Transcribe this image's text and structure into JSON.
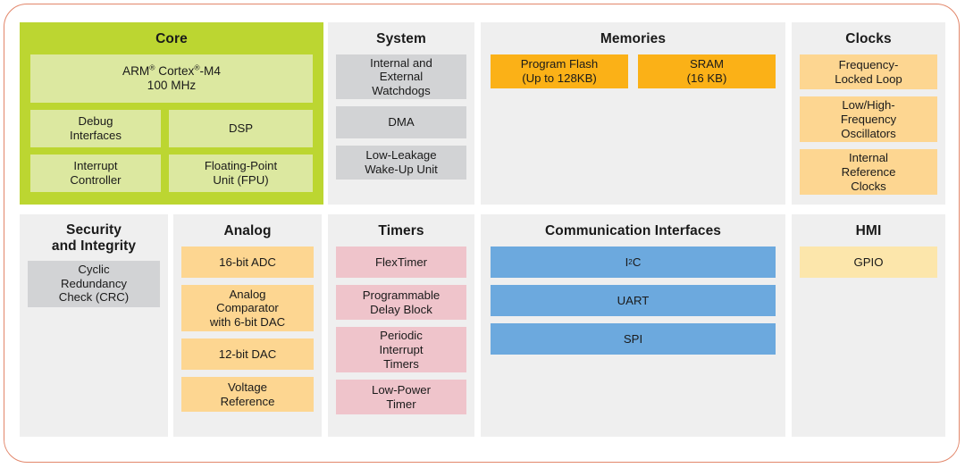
{
  "diagram": {
    "accent_border_color": "#E2866A",
    "panel_bg": "#EFEFEF",
    "panels": [
      {
        "id": "core",
        "title": "Core",
        "header_color": "#BCD631",
        "block_color": "#DCE8A0",
        "blocks": [
          {
            "label": "ARM® Cortex®-M4",
            "label2": "100 MHz"
          },
          {
            "label": "Debug Interfaces"
          },
          {
            "label": "DSP"
          },
          {
            "label": "Interrupt Controller"
          },
          {
            "label": "Floating-Point Unit (FPU)"
          }
        ]
      },
      {
        "id": "system",
        "title": "System",
        "block_color": "#D2D3D5",
        "blocks": [
          {
            "label": "Internal and External Watchdogs"
          },
          {
            "label": "DMA"
          },
          {
            "label": "Low-Leakage Wake-Up Unit"
          }
        ]
      },
      {
        "id": "memories",
        "title": "Memories",
        "block_color": "#FBB117",
        "blocks": [
          {
            "label": "Program Flash",
            "label2": "(Up to 128KB)"
          },
          {
            "label": "SRAM",
            "label2": "(16 KB)"
          }
        ]
      },
      {
        "id": "clocks",
        "title": "Clocks",
        "block_color": "#FDD691",
        "blocks": [
          {
            "label": "Frequency-Locked Loop"
          },
          {
            "label": "Low/High-Frequency Oscillators"
          },
          {
            "label": "Internal Reference Clocks"
          }
        ]
      },
      {
        "id": "security",
        "title": "Security",
        "title2": "and Integrity",
        "block_color": "#D2D3D5",
        "blocks": [
          {
            "label": "Cyclic Redundancy Check (CRC)"
          }
        ]
      },
      {
        "id": "analog",
        "title": "Analog",
        "block_color": "#FDD691",
        "blocks": [
          {
            "label": "16-bit ADC"
          },
          {
            "label": "Analog Comparator with 6-bit DAC"
          },
          {
            "label": "12-bit DAC"
          },
          {
            "label": "Voltage Reference"
          }
        ]
      },
      {
        "id": "timers",
        "title": "Timers",
        "block_color": "#EFC4CB",
        "blocks": [
          {
            "label": "FlexTimer"
          },
          {
            "label": "Programmable Delay Block"
          },
          {
            "label": "Periodic Interrupt Timers"
          },
          {
            "label": "Low-Power Timer"
          }
        ]
      },
      {
        "id": "communication",
        "title": "Communication Interfaces",
        "block_color": "#6CA9DE",
        "blocks": [
          {
            "label": "I²C"
          },
          {
            "label": "UART"
          },
          {
            "label": "SPI"
          }
        ]
      },
      {
        "id": "hmi",
        "title": "HMI",
        "block_color": "#FCE6AB",
        "blocks": [
          {
            "label": "GPIO"
          }
        ]
      }
    ]
  },
  "core": {
    "title": "Core",
    "cpu_line1_pre": "ARM",
    "cpu_line1_mid": " Cortex",
    "cpu_line1_post": "-M4",
    "cpu_line2": "100 MHz",
    "debug_line1": "Debug",
    "debug_line2": "Interfaces",
    "dsp": "DSP",
    "interrupt_line1": "Interrupt",
    "interrupt_line2": "Controller",
    "fpu_line1": "Floating-Point",
    "fpu_line2": "Unit (FPU)"
  },
  "system": {
    "title": "System",
    "watchdogs_l1": "Internal and",
    "watchdogs_l2": "External",
    "watchdogs_l3": "Watchdogs",
    "dma": "DMA",
    "wakeup_l1": "Low-Leakage",
    "wakeup_l2": "Wake-Up Unit"
  },
  "memories": {
    "title": "Memories",
    "flash_l1": "Program Flash",
    "flash_l2": "(Up to 128KB)",
    "sram_l1": "SRAM",
    "sram_l2": "(16 KB)"
  },
  "clocks": {
    "title": "Clocks",
    "fll_l1": "Frequency-",
    "fll_l2": "Locked Loop",
    "osc_l1": "Low/High-",
    "osc_l2": "Frequency",
    "osc_l3": "Oscillators",
    "irc_l1": "Internal",
    "irc_l2": "Reference",
    "irc_l3": "Clocks"
  },
  "security": {
    "title_l1": "Security",
    "title_l2": "and Integrity",
    "crc_l1": "Cyclic",
    "crc_l2": "Redundancy",
    "crc_l3": "Check (CRC)"
  },
  "analog": {
    "title": "Analog",
    "adc": "16-bit ADC",
    "comp_l1": "Analog",
    "comp_l2": "Comparator",
    "comp_l3": "with 6-bit DAC",
    "dac": "12-bit DAC",
    "vref_l1": "Voltage",
    "vref_l2": "Reference"
  },
  "timers": {
    "title": "Timers",
    "flextimer": "FlexTimer",
    "pdb_l1": "Programmable",
    "pdb_l2": "Delay Block",
    "pit_l1": "Periodic",
    "pit_l2": "Interrupt",
    "pit_l3": "Timers",
    "lptmr_l1": "Low-Power",
    "lptmr_l2": "Timer"
  },
  "communication": {
    "title": "Communication Interfaces",
    "i2c_pre": "I",
    "i2c_sup": "2",
    "i2c_post": "C",
    "uart": "UART",
    "spi": "SPI"
  },
  "hmi": {
    "title": "HMI",
    "gpio": "GPIO"
  }
}
